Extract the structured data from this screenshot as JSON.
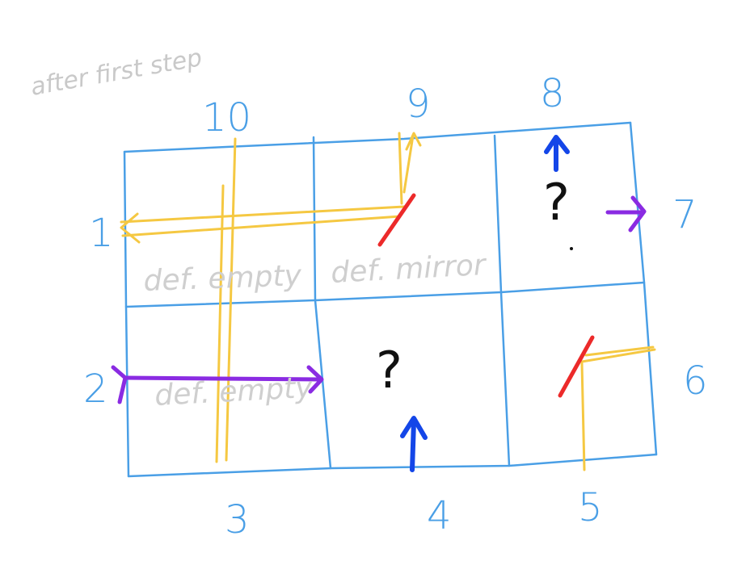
{
  "title": "after first step",
  "labels": {
    "n1": "1",
    "n2": "2",
    "n3": "3",
    "n4": "4",
    "n5": "5",
    "n6": "6",
    "n7": "7",
    "n8": "8",
    "n9": "9",
    "n10": "10"
  },
  "cells": {
    "top_left": "def. empty",
    "top_mid": "def. mirror",
    "top_right": "?",
    "bot_left": "def. empty",
    "bot_mid": "?"
  },
  "colors": {
    "grid": "#4a9fe6",
    "yellow_beam": "#f5c842",
    "mirror": "#ec2a2a",
    "purple_beam": "#8a2be2",
    "blue_arrow": "#1446e8",
    "faint_text": "#cfcfcf"
  }
}
